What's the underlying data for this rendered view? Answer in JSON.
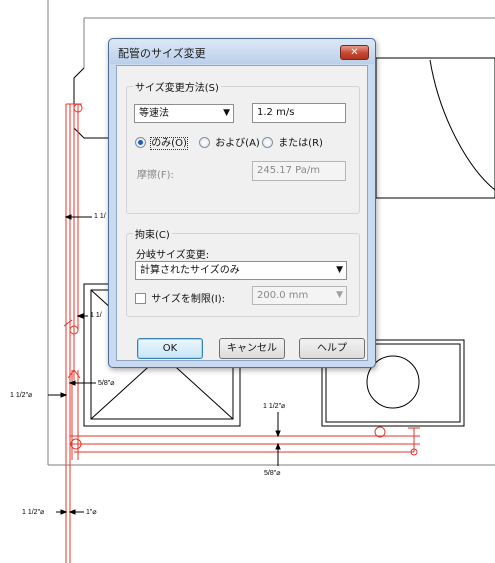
{
  "drawing": {
    "dim_labels": {
      "top_left": "1 1/",
      "mid_left": "1 1/",
      "pipe_left": "1 1/2\"⌀",
      "pipe_right": "5/8\"⌀",
      "center_top": "1 1/2\"⌀",
      "center_bottom": "5/8\"⌀",
      "bottom_left": "1 1/2\"⌀",
      "bottom_right": "1\"⌀"
    },
    "colors": {
      "pipe": "#e8332a",
      "linework": "#000000",
      "wall": "#7f7f7f"
    }
  },
  "dialog": {
    "title": "配管のサイズ変更",
    "close_label": "✕",
    "sizing_group": {
      "caption": "サイズ変更方法(S)",
      "method_select": "等速法",
      "velocity_value": "1.2 m/s",
      "radios": [
        {
          "label": "のみ(O)",
          "checked": true
        },
        {
          "label": "および(A)",
          "checked": false
        },
        {
          "label": "または(R)",
          "checked": false
        }
      ],
      "friction_label": "摩擦(F):",
      "friction_value": "245.17 Pa/m"
    },
    "constraints_group": {
      "caption": "拘束(C)",
      "branch_label": "分岐サイズ変更:",
      "branch_select": "計算されたサイズのみ",
      "limit_label": "サイズを制限(I):",
      "limit_value": "200.0 mm"
    },
    "buttons": {
      "ok": "OK",
      "cancel": "キャンセル",
      "help": "ヘルプ"
    }
  }
}
